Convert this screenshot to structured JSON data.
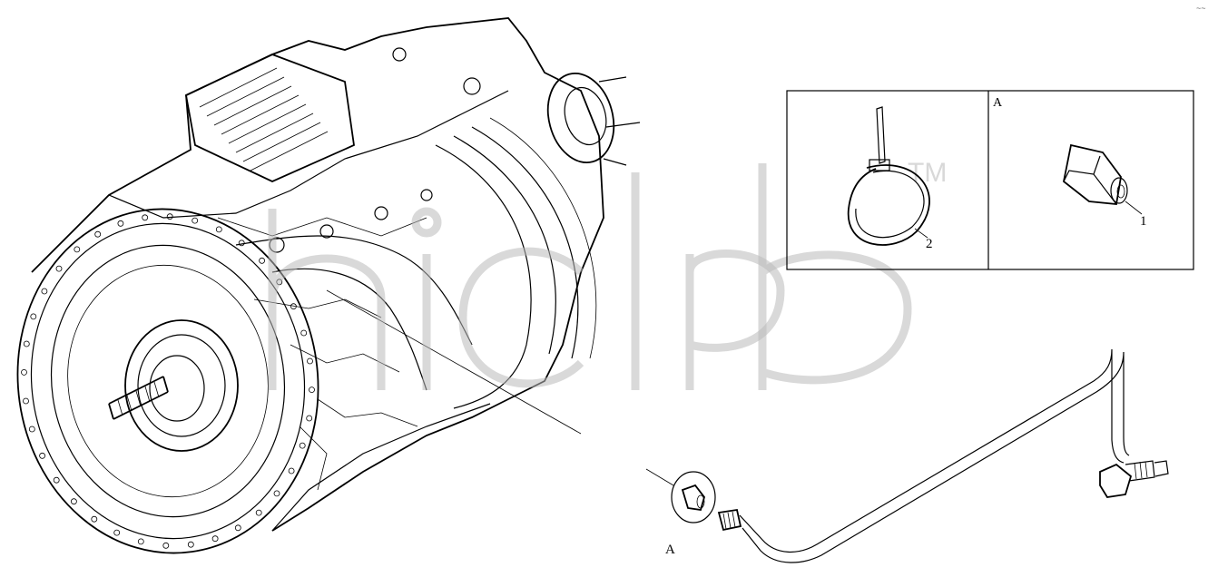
{
  "diagram": {
    "detail_view_label": "A",
    "callout_label": "A",
    "parts": [
      {
        "number": "1",
        "label": "1"
      },
      {
        "number": "2",
        "label": "2"
      }
    ],
    "watermark_mark": "TM",
    "corner_text": "~~"
  },
  "colors": {
    "line": "#000000",
    "background": "#ffffff",
    "watermark": "#b9b9b9"
  }
}
